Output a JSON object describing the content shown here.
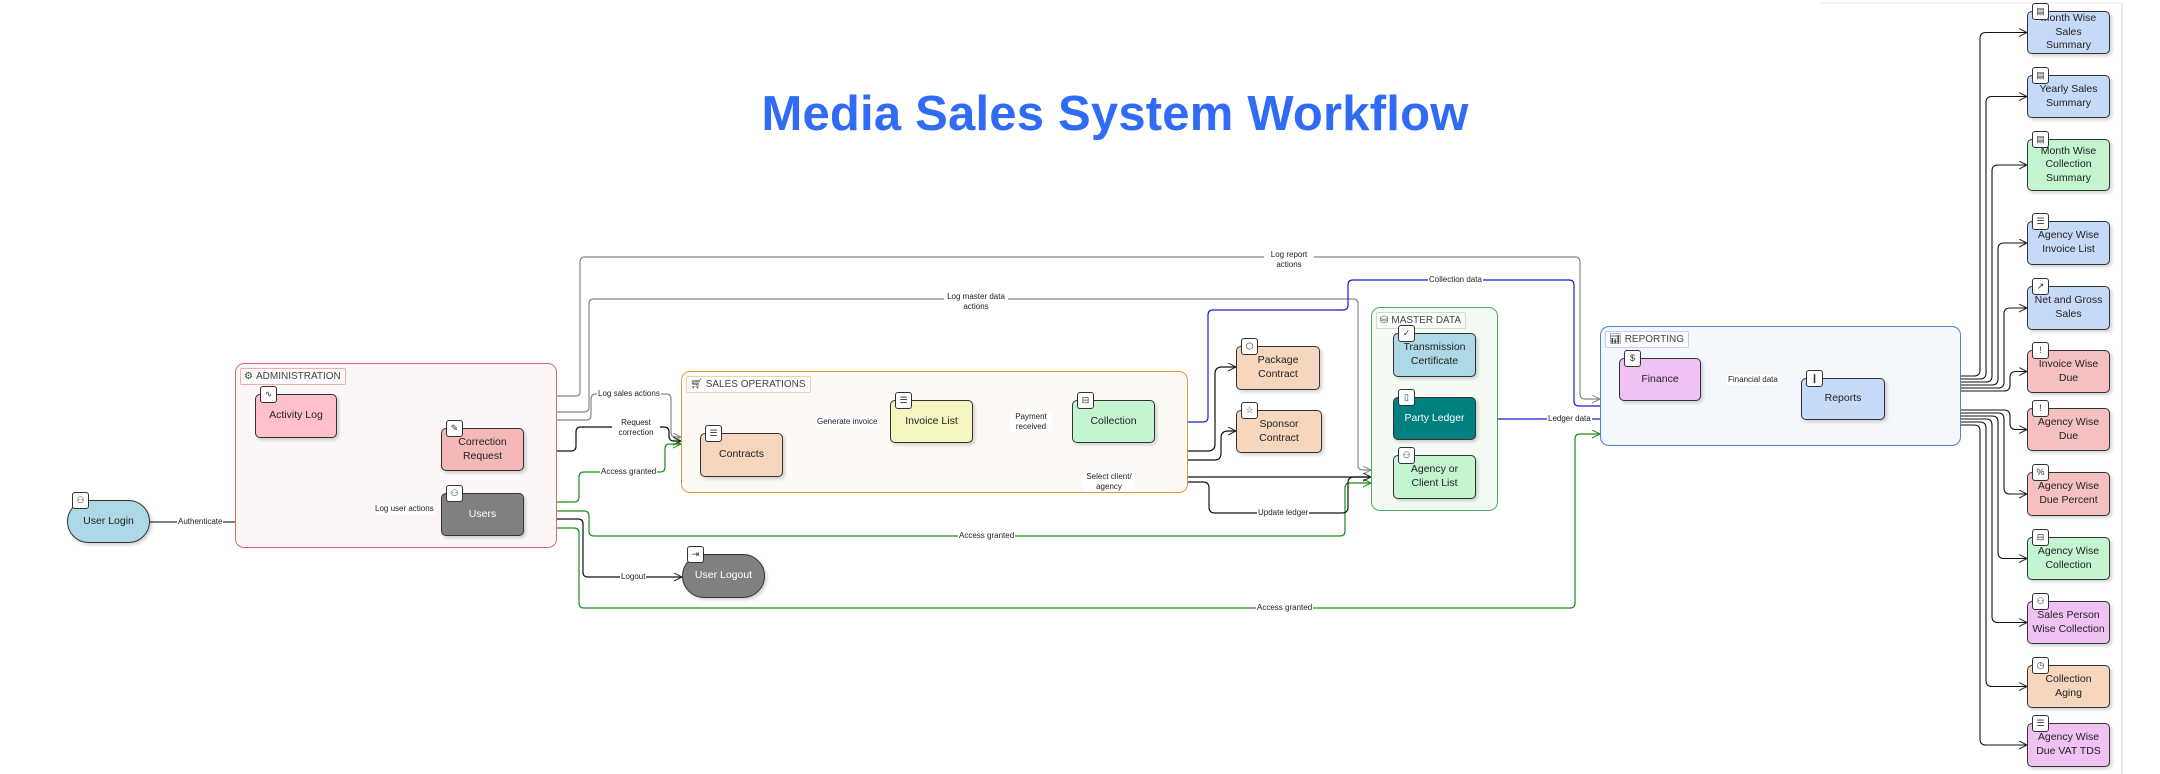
{
  "title": "Media Sales System Workflow",
  "colors": {
    "title": "#2f6bf5",
    "blue_edge": "#1a1ad6",
    "green_edge": "#1d8a1d",
    "purple_edge": "#8a158a",
    "gray_edge": "#888888",
    "black_edge": "#111111"
  },
  "groups": {
    "administration": {
      "label": "ADMINISTRATION",
      "icon": "settings-icon"
    },
    "sales_operations": {
      "label": "SALES OPERATIONS",
      "icon": "cart-icon"
    },
    "master_data": {
      "label": "MASTER DATA",
      "icon": "database-icon"
    },
    "reporting": {
      "label": "REPORTING",
      "icon": "bar-chart-icon"
    }
  },
  "nodes": {
    "user_login": {
      "label": "User Login",
      "icon": "user-icon",
      "glyph": "⚇"
    },
    "activity_log": {
      "label": "Activity Log",
      "icon": "activity-icon",
      "glyph": "∿"
    },
    "correction_request": {
      "label": "Correction Request",
      "icon": "pencil-icon",
      "glyph": "✎"
    },
    "users": {
      "label": "Users",
      "icon": "users-icon",
      "glyph": "⚇"
    },
    "user_logout": {
      "label": "User Logout",
      "icon": "logout-icon",
      "glyph": "⇥"
    },
    "contracts": {
      "label": "Contracts",
      "icon": "file-icon",
      "glyph": "☰"
    },
    "invoice_list": {
      "label": "Invoice List",
      "icon": "document-icon",
      "glyph": "☰"
    },
    "collection": {
      "label": "Collection",
      "icon": "card-icon",
      "glyph": "⊟"
    },
    "package_contract": {
      "label": "Package Contract",
      "icon": "package-icon",
      "glyph": "⬡"
    },
    "sponsor_contract": {
      "label": "Sponsor Contract",
      "icon": "star-icon",
      "glyph": "☆"
    },
    "transmission_certificate": {
      "label": "Transmission Certificate",
      "icon": "check-circle-icon",
      "glyph": "✓"
    },
    "party_ledger": {
      "label": "Party Ledger",
      "icon": "book-icon",
      "glyph": "▯"
    },
    "agency_client_list": {
      "label": "Agency or Client List",
      "icon": "users-icon",
      "glyph": "⚇"
    },
    "finance": {
      "label": "Finance",
      "icon": "dollar-icon",
      "glyph": "$"
    },
    "reports": {
      "label": "Reports",
      "icon": "bar-chart-icon",
      "glyph": "❙"
    }
  },
  "report_outputs": [
    {
      "label": "Month Wise Sales Summary",
      "icon": "calendar-icon",
      "glyph": "▤",
      "color": "#c6d9f7"
    },
    {
      "label": "Yearly Sales Summary",
      "icon": "calendar-icon",
      "glyph": "▤",
      "color": "#c6d9f7"
    },
    {
      "label": "Month Wise Collection Summary",
      "icon": "calendar-icon",
      "glyph": "▤",
      "color": "#c2f5d0"
    },
    {
      "label": "Agency Wise Invoice List",
      "icon": "document-icon",
      "glyph": "☰",
      "color": "#c6d9f7"
    },
    {
      "label": "Net and Gross Sales",
      "icon": "trend-icon",
      "glyph": "↗",
      "color": "#c6d9f7"
    },
    {
      "label": "Invoice Wise Due",
      "icon": "alert-icon",
      "glyph": "!",
      "color": "#f5c0c0"
    },
    {
      "label": "Agency Wise Due",
      "icon": "alert-icon",
      "glyph": "!",
      "color": "#f5c0c0"
    },
    {
      "label": "Agency Wise Due Percent",
      "icon": "percent-icon",
      "glyph": "%",
      "color": "#f5c0c0"
    },
    {
      "label": "Agency Wise Collection",
      "icon": "card-icon",
      "glyph": "⊟",
      "color": "#c2f5d0"
    },
    {
      "label": "Sales Person Wise Collection",
      "icon": "user-icon",
      "glyph": "⚇",
      "color": "#efc2f3"
    },
    {
      "label": "Collection Aging",
      "icon": "clock-icon",
      "glyph": "◷",
      "color": "#f6d6be"
    },
    {
      "label": "Agency Wise Due VAT TDS",
      "icon": "document-icon",
      "glyph": "☰",
      "color": "#efc2f3"
    }
  ],
  "edge_labels": {
    "authenticate": "Authenticate",
    "log_user_actions": "Log user actions",
    "log_sales_actions": "Log sales actions",
    "request_correction": "Request correction",
    "access_granted_sales": "Access granted",
    "access_granted_master": "Access granted",
    "access_granted_reporting": "Access granted",
    "logout": "Logout",
    "generate_invoice": "Generate invoice",
    "payment_received": "Payment received",
    "select_client_agency": "Select client/ agency",
    "update_ledger": "Update ledger",
    "log_report_actions": "Log report actions",
    "log_master_data_actions": "Log master data actions",
    "collection_data": "Collection data",
    "ledger_data": "Ledger data",
    "financial_data": "Financial data"
  }
}
